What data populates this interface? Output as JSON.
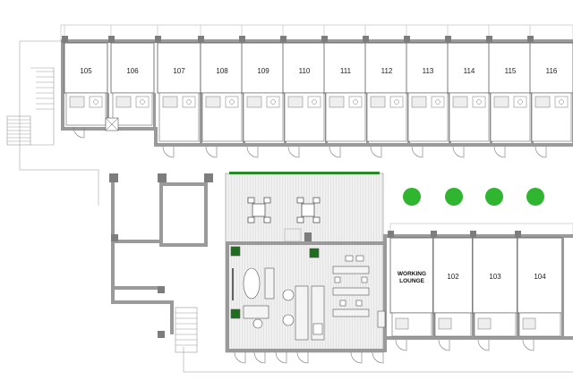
{
  "floor_plan": {
    "top_wing_units": [
      "105",
      "106",
      "107",
      "108",
      "109",
      "110",
      "111",
      "112",
      "113",
      "114",
      "115",
      "116"
    ],
    "bottom_wing": {
      "lounge_line1": "WORKING",
      "lounge_line2": "LOUNGE",
      "units": [
        "102",
        "103",
        "104"
      ]
    },
    "colors": {
      "wall": "#9a9a9a",
      "column": "#7d7d7d",
      "bath": "#eeeeee",
      "deck": "#d8d8d8",
      "tree": "#2fb52f",
      "planter": "#2a8a2a"
    }
  }
}
